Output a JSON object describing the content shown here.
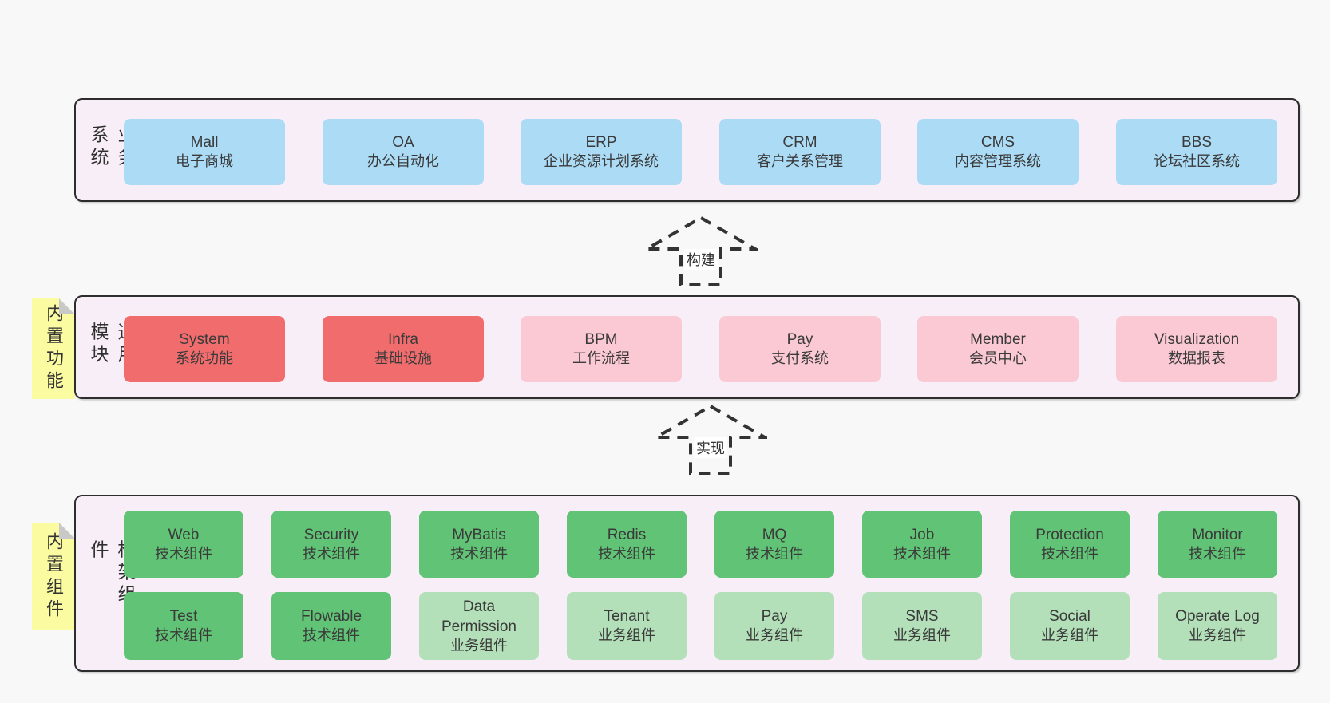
{
  "colors": {
    "page_bg": "#f8f8f8",
    "panel_bg": "#f8eef8",
    "panel_border": "#2d2d2d",
    "blue_box": "#abdbf5",
    "red_box": "#f16c6c",
    "pink_box": "#fbc9d3",
    "green_box": "#60c375",
    "light_green_box": "#b3e0b9",
    "note_yellow": "#fbfba2",
    "note_fold_gray": "#c9c9c9",
    "arrow_dash": "#333333",
    "text": "#3a3a3a"
  },
  "business": {
    "label": "业务系统",
    "boxes": [
      {
        "name": "Mall",
        "desc": "电子商城"
      },
      {
        "name": "OA",
        "desc": "办公自动化"
      },
      {
        "name": "ERP",
        "desc": "企业资源计划系统"
      },
      {
        "name": "CRM",
        "desc": "客户关系管理"
      },
      {
        "name": "CMS",
        "desc": "内容管理系统"
      },
      {
        "name": "BBS",
        "desc": "论坛社区系统"
      }
    ]
  },
  "arrows": {
    "build": "构建",
    "implement": "实现"
  },
  "modules": {
    "label": "通用模块",
    "note": "内置功能",
    "boxes": [
      {
        "name": "System",
        "desc": "系统功能"
      },
      {
        "name": "Infra",
        "desc": "基础设施"
      },
      {
        "name": "BPM",
        "desc": "工作流程"
      },
      {
        "name": "Pay",
        "desc": "支付系统"
      },
      {
        "name": "Member",
        "desc": "会员中心"
      },
      {
        "name": "Visualization",
        "desc": "数据报表"
      }
    ]
  },
  "framework": {
    "label": "框架组件",
    "note": "内置组件",
    "row1": [
      {
        "name": "Web",
        "desc": "技术组件"
      },
      {
        "name": "Security",
        "desc": "技术组件"
      },
      {
        "name": "MyBatis",
        "desc": "技术组件"
      },
      {
        "name": "Redis",
        "desc": "技术组件"
      },
      {
        "name": "MQ",
        "desc": "技术组件"
      },
      {
        "name": "Job",
        "desc": "技术组件"
      },
      {
        "name": "Protection",
        "desc": "技术组件"
      },
      {
        "name": "Monitor",
        "desc": "技术组件"
      }
    ],
    "row2": [
      {
        "name": "Test",
        "desc": "技术组件"
      },
      {
        "name": "Flowable",
        "desc": "技术组件"
      },
      {
        "name": "Data Permission",
        "desc": "业务组件"
      },
      {
        "name": "Tenant",
        "desc": "业务组件"
      },
      {
        "name": "Pay",
        "desc": "业务组件"
      },
      {
        "name": "SMS",
        "desc": "业务组件"
      },
      {
        "name": "Social",
        "desc": "业务组件"
      },
      {
        "name": "Operate Log",
        "desc": "业务组件"
      }
    ]
  }
}
